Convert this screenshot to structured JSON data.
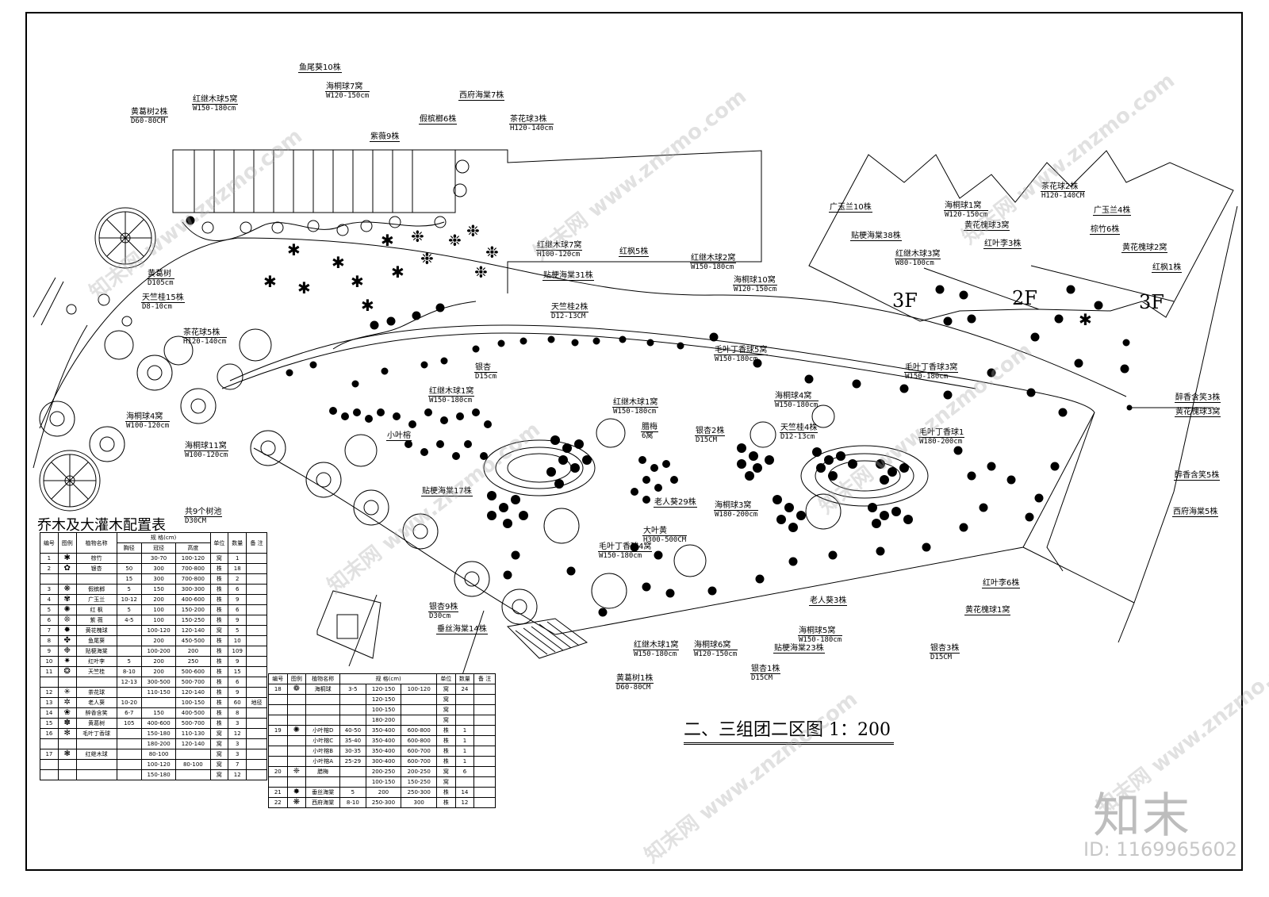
{
  "title": "二、三组团二区图 1：200",
  "table_title": "乔木及大灌木配置表",
  "floors": [
    "3F",
    "2F",
    "3F"
  ],
  "labels": [
    {
      "key": "yuweikui",
      "line1": "鱼尾葵10株",
      "line2": ""
    },
    {
      "key": "haitong7",
      "line1": "海桐球7窝",
      "line2": "W120-150cm"
    },
    {
      "key": "hongji5",
      "line1": "红继木球5窝",
      "line2": "W150-180cm"
    },
    {
      "key": "huangge2",
      "line1": "黄葛树2株",
      "line2": "D60-80CM"
    },
    {
      "key": "xifu7",
      "line1": "西府海棠7株",
      "line2": ""
    },
    {
      "key": "jiabinglang",
      "line1": "假槟榔6株",
      "line2": ""
    },
    {
      "key": "chahua3",
      "line1": "茶花球3株",
      "line2": "H120-140cm"
    },
    {
      "key": "ziwei9",
      "line1": "紫薇9株",
      "line2": ""
    },
    {
      "key": "huangge1",
      "line1": "黄葛树",
      "line2": "D105cm"
    },
    {
      "key": "tianzhu15",
      "line1": "天竺桂15株",
      "line2": "D8-10cm"
    },
    {
      "key": "chahua5",
      "line1": "茶花球5株",
      "line2": "H120-140cm"
    },
    {
      "key": "hongji7",
      "line1": "红继木球7窝",
      "line2": "H100-120cm"
    },
    {
      "key": "tiegeng31",
      "line1": "贴梗海棠31株",
      "line2": ""
    },
    {
      "key": "hongfeng5",
      "line1": "红枫5株",
      "line2": ""
    },
    {
      "key": "tianzhu2",
      "line1": "天竺桂2株",
      "line2": "D12-13CM"
    },
    {
      "key": "hongji2",
      "line1": "红继木球2窝",
      "line2": "W150-180cm"
    },
    {
      "key": "haitong10",
      "line1": "海桐球10窝",
      "line2": "W120-150cm"
    },
    {
      "key": "guangyulan10",
      "line1": "广玉兰10株",
      "line2": ""
    },
    {
      "key": "tiegeng38",
      "line1": "贴梗海棠38株",
      "line2": ""
    },
    {
      "key": "hongji3",
      "line1": "红继木球3窝",
      "line2": "W80-100cm"
    },
    {
      "key": "haitong1",
      "line1": "海桐球1窝",
      "line2": "W120-150cm"
    },
    {
      "key": "huanghuai3",
      "line1": "黄花槐球3窝",
      "line2": ""
    },
    {
      "key": "hongyeli3",
      "line1": "红叶李3株",
      "line2": ""
    },
    {
      "key": "chahua2",
      "line1": "茶花球2株",
      "line2": "H120-140CM"
    },
    {
      "key": "guangyulan4",
      "line1": "广玉兰4株",
      "line2": ""
    },
    {
      "key": "zongzhu6",
      "line1": "棕竹6株",
      "line2": ""
    },
    {
      "key": "huanghuai2",
      "line1": "黄花槐球2窝",
      "line2": ""
    },
    {
      "key": "hongfeng1",
      "line1": "红枫1株",
      "line2": ""
    },
    {
      "key": "yinxing",
      "line1": "银杏",
      "line2": "D15cm"
    },
    {
      "key": "maoye5",
      "line1": "毛叶丁香球5窝",
      "line2": "W150-180cm"
    },
    {
      "key": "maoye3",
      "line1": "毛叶丁香球3窝",
      "line2": "W150-180cm"
    },
    {
      "key": "haitong4",
      "line1": "海桐球4窝",
      "line2": "W100-120cm"
    },
    {
      "key": "hongji1",
      "line1": "红继木球1窝",
      "line2": "W150-180cm"
    },
    {
      "key": "hongji1b",
      "line1": "红继木球1窝",
      "line2": "W150-180cm"
    },
    {
      "key": "haitong4b",
      "line1": "海桐球4窝",
      "line2": "W150-180cm"
    },
    {
      "key": "xiaoye",
      "line1": "小叶榕",
      "line2": ""
    },
    {
      "key": "huanghuai3b",
      "line1": "黄花槐球3窝",
      "line2": ""
    },
    {
      "key": "zuixiang3",
      "line1": "醉香含笑3株",
      "line2": ""
    },
    {
      "key": "la",
      "line1": "腊梅",
      "line2": "6窝"
    },
    {
      "key": "yinxing2",
      "line1": "银杏2株",
      "line2": "D15CM"
    },
    {
      "key": "tianzhu4",
      "line1": "天竺桂4株",
      "line2": "D12-13cm"
    },
    {
      "key": "maoye1",
      "line1": "毛叶丁香球1",
      "line2": "W180-200cm"
    },
    {
      "key": "zuixiang5",
      "line1": "醉香含笑5株",
      "line2": ""
    },
    {
      "key": "haitong11",
      "line1": "海桐球11窝",
      "line2": "W100-120cm"
    },
    {
      "key": "tiegeng17",
      "line1": "贴梗海棠17株",
      "line2": ""
    },
    {
      "key": "laorenkui29",
      "line1": "老人葵29株",
      "line2": ""
    },
    {
      "key": "dazhuti",
      "line1": "大叶黄",
      "line2": "H300-500CM"
    },
    {
      "key": "haitong3",
      "line1": "海桐球3窝",
      "line2": "W180-200cm"
    },
    {
      "key": "xifu5",
      "line1": "西府海棠5株",
      "line2": ""
    },
    {
      "key": "shu9",
      "line1": "共9个树池",
      "line2": "D30CM"
    },
    {
      "key": "maoye4",
      "line1": "毛叶丁香球4窝",
      "line2": "W150-180cm"
    },
    {
      "key": "hongyeli6",
      "line1": "红叶李6株",
      "line2": ""
    },
    {
      "key": "yinxing9",
      "line1": "银杏9株",
      "line2": "D30cm"
    },
    {
      "key": "chuisi14",
      "line1": "垂丝海棠14株",
      "line2": ""
    },
    {
      "key": "laorenkui3",
      "line1": "老人葵3株",
      "line2": ""
    },
    {
      "key": "huanghuai1",
      "line1": "黄花槐球1窝",
      "line2": ""
    },
    {
      "key": "haitong5",
      "line1": "海桐球5窝",
      "line2": "W150-180cm"
    },
    {
      "key": "hongji1c",
      "line1": "红继木球1窝",
      "line2": "W150-180cm"
    },
    {
      "key": "haitong6",
      "line1": "海桐球6窝",
      "line2": "W120-150cm"
    },
    {
      "key": "tiegeng23",
      "line1": "贴梗海棠23株",
      "line2": ""
    },
    {
      "key": "yinxing3",
      "line1": "银杏3株",
      "line2": "D15CM"
    },
    {
      "key": "yinxing1",
      "line1": "银杏1株",
      "line2": "D15CM"
    },
    {
      "key": "huangge1b",
      "line1": "黄葛树1株",
      "line2": "D60-80CM"
    }
  ],
  "table1": {
    "headers": [
      "编号",
      "图例",
      "植物名称",
      "规 格(cm)",
      "单位",
      "数量",
      "备 注"
    ],
    "subheaders": [
      "胸径",
      "冠径",
      "高度"
    ],
    "rows": [
      [
        "1",
        "✱",
        "棕竹",
        "",
        "30-70",
        "100-120",
        "窝",
        "1",
        ""
      ],
      [
        "2",
        "✿",
        "银杏",
        "50",
        "300",
        "700-800",
        "株",
        "18",
        ""
      ],
      [
        "",
        "",
        "",
        "15",
        "300",
        "700-800",
        "株",
        "2",
        ""
      ],
      [
        "3",
        "❋",
        "假槟榔",
        "5",
        "150",
        "300-300",
        "株",
        "6",
        ""
      ],
      [
        "4",
        "✾",
        "广玉兰",
        "10-12",
        "200",
        "400-600",
        "株",
        "9",
        ""
      ],
      [
        "5",
        "✺",
        "红 枫",
        "5",
        "100",
        "150-200",
        "株",
        "6",
        ""
      ],
      [
        "6",
        "❊",
        "紫 薇",
        "4-5",
        "100",
        "150-250",
        "株",
        "9",
        ""
      ],
      [
        "7",
        "✹",
        "黄花槐球",
        "",
        "100-120",
        "120-140",
        "窝",
        "5",
        ""
      ],
      [
        "8",
        "✤",
        "鱼尾葵",
        "",
        "200",
        "450-500",
        "株",
        "10",
        ""
      ],
      [
        "9",
        "❉",
        "贴梗海棠",
        "",
        "100-200",
        "200",
        "株",
        "109",
        ""
      ],
      [
        "10",
        "✷",
        "红叶李",
        "5",
        "200",
        "250",
        "株",
        "9",
        ""
      ],
      [
        "11",
        "❂",
        "天竺桂",
        "8-10",
        "200",
        "500-600",
        "株",
        "15",
        ""
      ],
      [
        "",
        "",
        "",
        "12-13",
        "300-500",
        "500-700",
        "株",
        "6",
        ""
      ],
      [
        "12",
        "✳",
        "茶花球",
        "",
        "110-150",
        "120-140",
        "株",
        "9",
        ""
      ],
      [
        "13",
        "✲",
        "老人葵",
        "10-20",
        "",
        "100-150",
        "株",
        "60",
        "地径"
      ],
      [
        "14",
        "❀",
        "醉香含笑",
        "6-7",
        "150",
        "400-500",
        "株",
        "8",
        ""
      ],
      [
        "15",
        "✽",
        "黄葛树",
        "105",
        "400-600",
        "500-700",
        "株",
        "3",
        ""
      ],
      [
        "16",
        "✻",
        "毛叶丁香球",
        "",
        "150-180",
        "110-130",
        "窝",
        "12",
        ""
      ],
      [
        "",
        "",
        "",
        "",
        "180-200",
        "120-140",
        "窝",
        "3",
        ""
      ],
      [
        "17",
        "❃",
        "红继木球",
        "",
        "80-100",
        "",
        "窝",
        "3",
        ""
      ],
      [
        "",
        "",
        "",
        "",
        "100-120",
        "80-100",
        "窝",
        "7",
        ""
      ],
      [
        "",
        "",
        "",
        "",
        "150-180",
        "",
        "窝",
        "12",
        ""
      ]
    ]
  },
  "table2": {
    "headers": [
      "编号",
      "图例",
      "植物名称",
      "规 格(cm)",
      "单位",
      "数量",
      "备 注"
    ],
    "rows": [
      [
        "18",
        "❁",
        "海桐球",
        "3-5",
        "120-150",
        "100-120",
        "窝",
        "24",
        ""
      ],
      [
        "",
        "",
        "",
        "",
        "120-150",
        "",
        "窝",
        "",
        ""
      ],
      [
        "",
        "",
        "",
        "",
        "100-150",
        "",
        "窝",
        "",
        ""
      ],
      [
        "",
        "",
        "",
        "",
        "180-200",
        "",
        "窝",
        "",
        ""
      ],
      [
        "19",
        "✺",
        "小叶榕D",
        "40-50",
        "350-400",
        "600-800",
        "株",
        "1",
        ""
      ],
      [
        "",
        "",
        "小叶榕C",
        "35-40",
        "350-400",
        "600-800",
        "株",
        "1",
        ""
      ],
      [
        "",
        "",
        "小叶榕B",
        "30-35",
        "350-400",
        "600-700",
        "株",
        "1",
        ""
      ],
      [
        "",
        "",
        "小叶榕A",
        "25-29",
        "300-400",
        "600-700",
        "株",
        "1",
        ""
      ],
      [
        "20",
        "❈",
        "腊梅",
        "",
        "200-250",
        "200-250",
        "窝",
        "6",
        ""
      ],
      [
        "",
        "",
        "",
        "",
        "100-150",
        "150-250",
        "窝",
        "",
        ""
      ],
      [
        "21",
        "✸",
        "垂丝海棠",
        "5",
        "200",
        "250-300",
        "株",
        "14",
        ""
      ],
      [
        "22",
        "❋",
        "西府海棠",
        "8-10",
        "250-300",
        "300",
        "株",
        "12",
        ""
      ]
    ]
  },
  "watermark_text": "znzmo.com",
  "watermark_cn": "知末网 www.znzmo.com",
  "logo": "知末",
  "image_id": "ID: 1169965602"
}
